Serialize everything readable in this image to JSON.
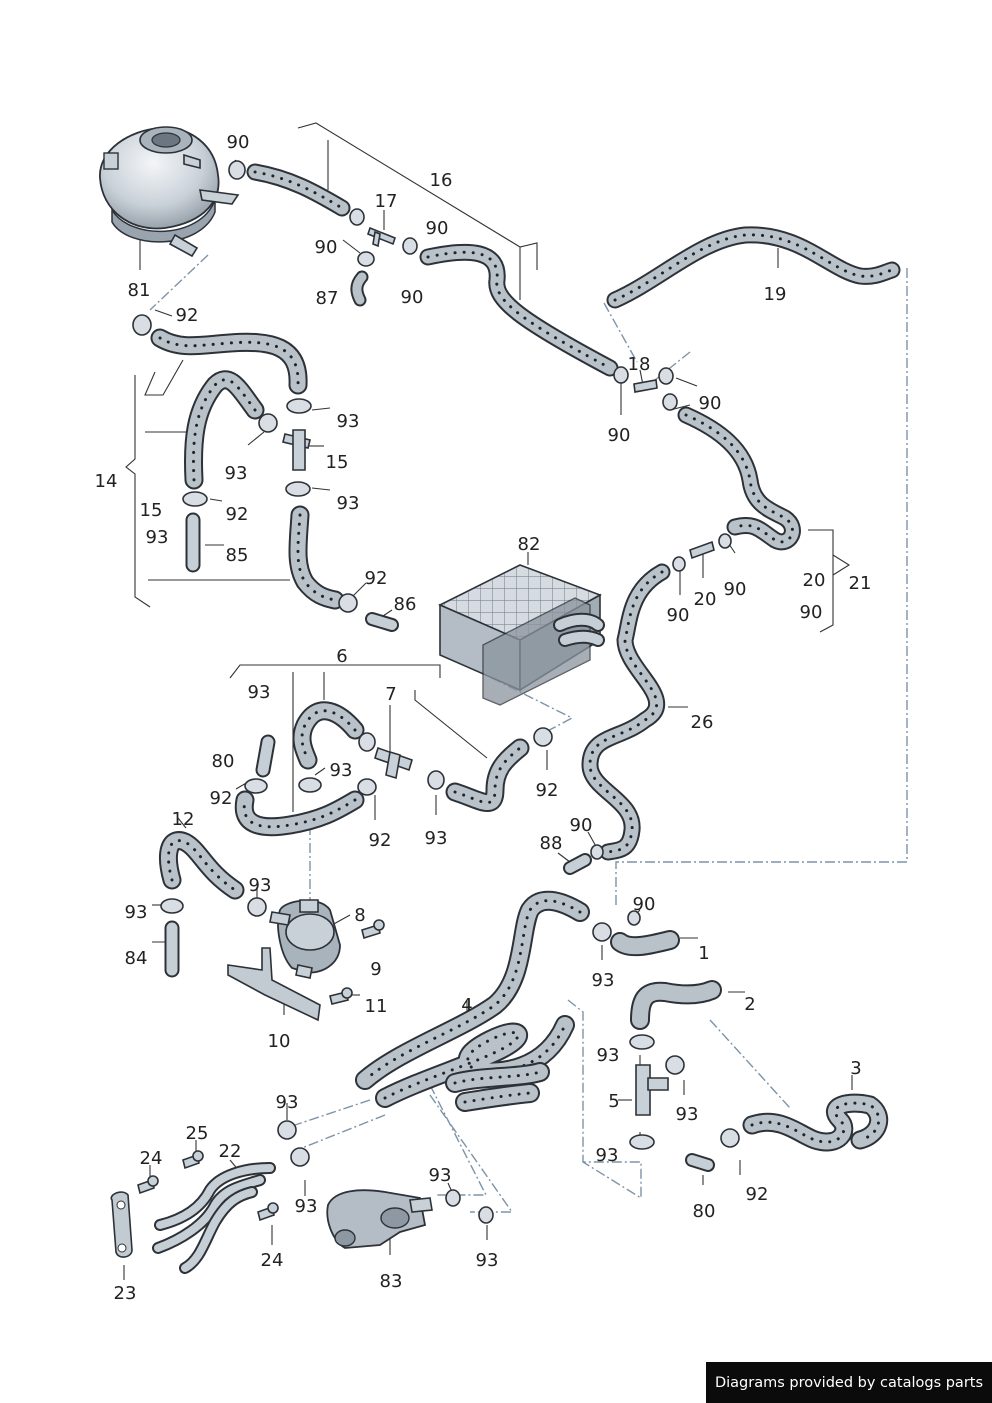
{
  "diagram": {
    "part_labels": {
      "l90a": "90",
      "l16": "16",
      "l17": "17",
      "l90b": "90",
      "l90c": "90",
      "l90d": "90",
      "l87": "87",
      "l81": "81",
      "l92a": "92",
      "l19": "19",
      "l18": "18",
      "l90e": "90",
      "l90f": "90",
      "l14": "14",
      "l93a": "93",
      "l93b": "93",
      "l15a": "15",
      "l15b": "15",
      "l93c": "93",
      "l92b": "92",
      "l93d": "93",
      "l85": "85",
      "l82": "82",
      "l92c": "92",
      "l86": "86",
      "l20a": "20",
      "l90g": "90",
      "l90h": "90",
      "l20b": "20",
      "l21": "21",
      "l90i": "90",
      "l6": "6",
      "l93e": "93",
      "l7": "7",
      "l80a": "80",
      "l93f": "93",
      "l92d": "92",
      "l92e": "92",
      "l93g": "93",
      "l92f": "92",
      "l26": "26",
      "l12": "12",
      "l93h": "93",
      "l93i": "93",
      "l84": "84",
      "l8": "8",
      "l9": "9",
      "l11": "11",
      "l10": "10",
      "l88": "88",
      "l90j": "90",
      "l90k": "90",
      "l1": "1",
      "l93j": "93",
      "l2": "2",
      "l4": "4",
      "l93k": "93",
      "l3": "3",
      "l5": "5",
      "l93l": "93",
      "l93m": "93",
      "l80b": "80",
      "l92g": "92",
      "l93n": "93",
      "l25": "25",
      "l24a": "24",
      "l22": "22",
      "l93o": "93",
      "l93p": "93",
      "l24b": "24",
      "l23": "23",
      "l83": "83",
      "l93q": "93"
    }
  },
  "footer": {
    "credit": "Diagrams provided by catalogs parts"
  }
}
